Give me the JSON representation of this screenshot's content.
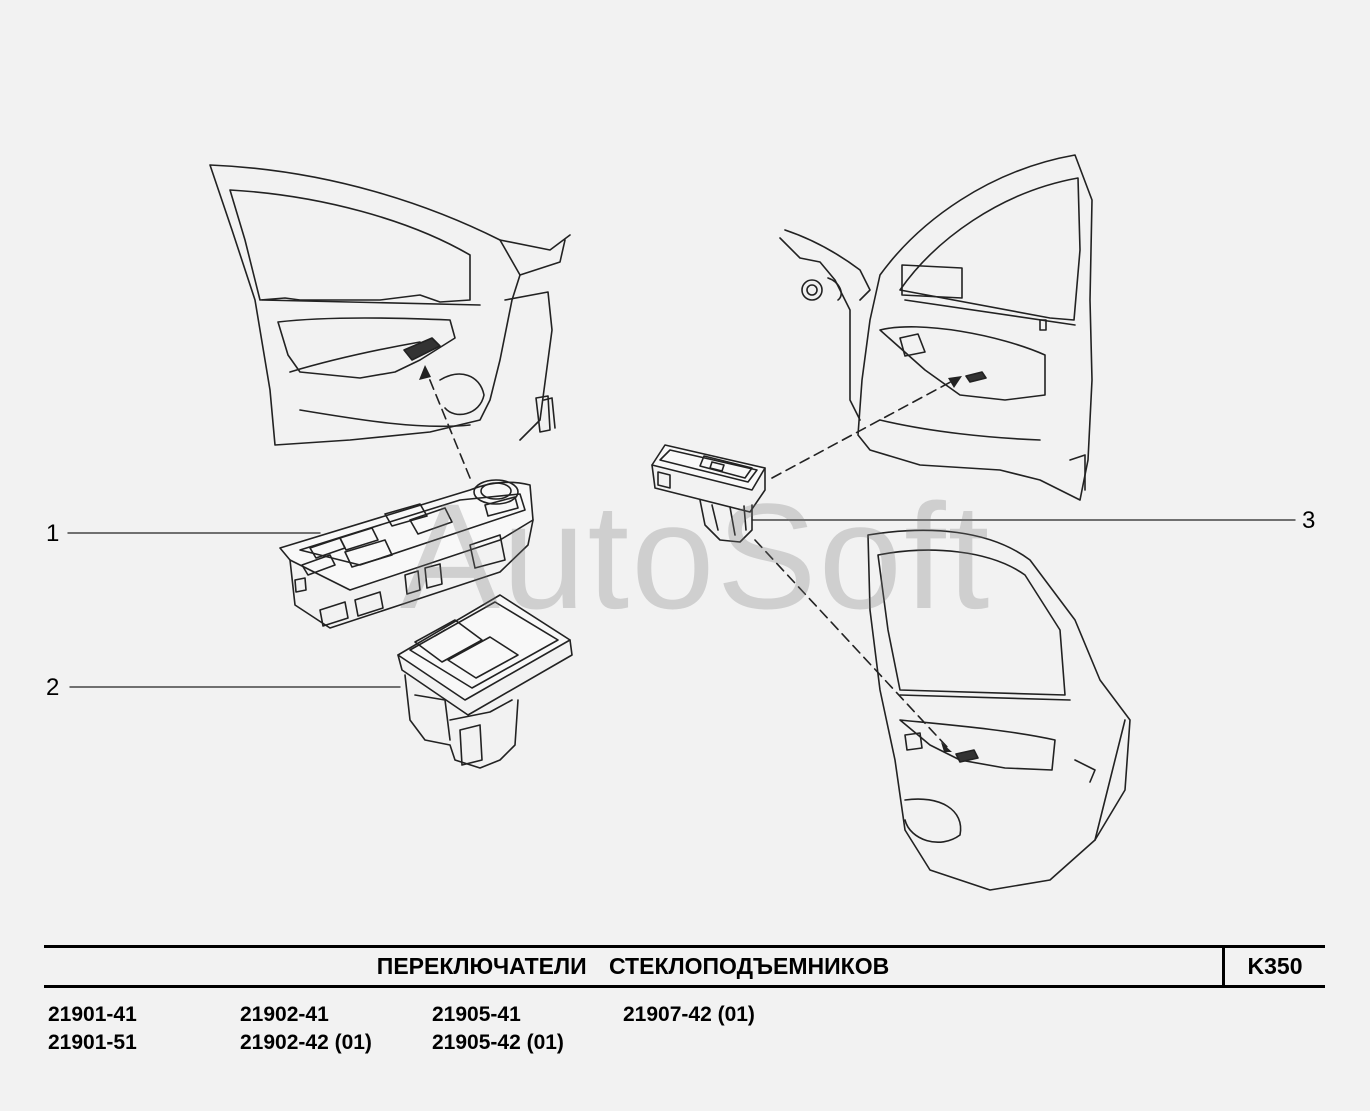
{
  "diagram": {
    "callouts": [
      "1",
      "2",
      "3"
    ],
    "watermark": "AutoSoft"
  },
  "title_block": {
    "title": "ПЕРЕКЛЮЧАТЕЛИ   СТЕКЛОПОДЪЕМНИКОВ",
    "code": "K350"
  },
  "models": [
    [
      "21901-41",
      "21901-51"
    ],
    [
      "21902-41",
      "21902-42 (01)"
    ],
    [
      "21905-41",
      "21905-42 (01)"
    ],
    [
      "21907-42 (01)"
    ]
  ]
}
